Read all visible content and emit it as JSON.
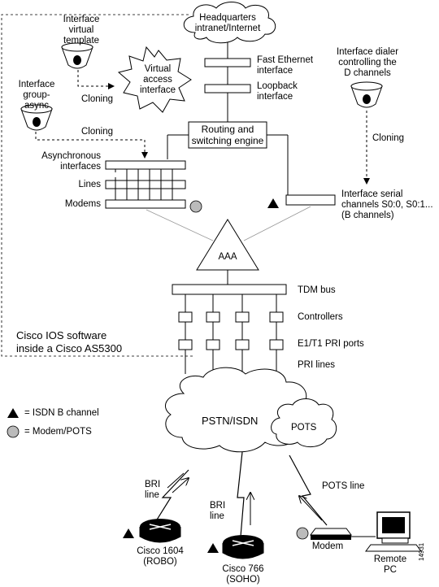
{
  "labels": {
    "hq": "Headquarters\nintranet/Internet",
    "fast_ethernet": "Fast Ethernet\ninterface",
    "loopback": "Loopback\ninterface",
    "virtual_template": "Interface\nvirtual template",
    "virtual_access": "Virtual\naccess\ninterface",
    "cloning_1": "Cloning",
    "group_async": "Interface\ngroup-async",
    "cloning_2": "Cloning",
    "dialer": "Interface dialer\ncontrolling the\nD channels",
    "cloning_3": "Cloning",
    "routing_engine": "Routing and\nswitching engine",
    "async_interfaces": "Asynchronous\ninterfaces",
    "lines": "Lines",
    "modems": "Modems",
    "serial_channels": "Interface serial\nchannels S0:0, S0:1...\n(B channels)",
    "aaa": "AAA",
    "tdm_bus": "TDM bus",
    "controllers": "Controllers",
    "pri_ports": "E1/T1 PRI ports",
    "pri_lines": "PRI lines",
    "cisco_ios": "Cisco IOS software\ninside a Cisco AS5300",
    "legend_isdn": "= ISDN B channel",
    "legend_modem": "= Modem/POTS",
    "pstn_isdn": "PSTN/ISDN",
    "pots": "POTS",
    "bri_line_1": "BRI\nline",
    "bri_line_2": "BRI\nline",
    "pots_line": "POTS line",
    "cisco_1604": "Cisco 1604\n(ROBO)",
    "cisco_766": "Cisco 766\n(SOHO)",
    "modem": "Modem",
    "remote_pc": "Remote\nPC",
    "figure_number": "14931"
  }
}
